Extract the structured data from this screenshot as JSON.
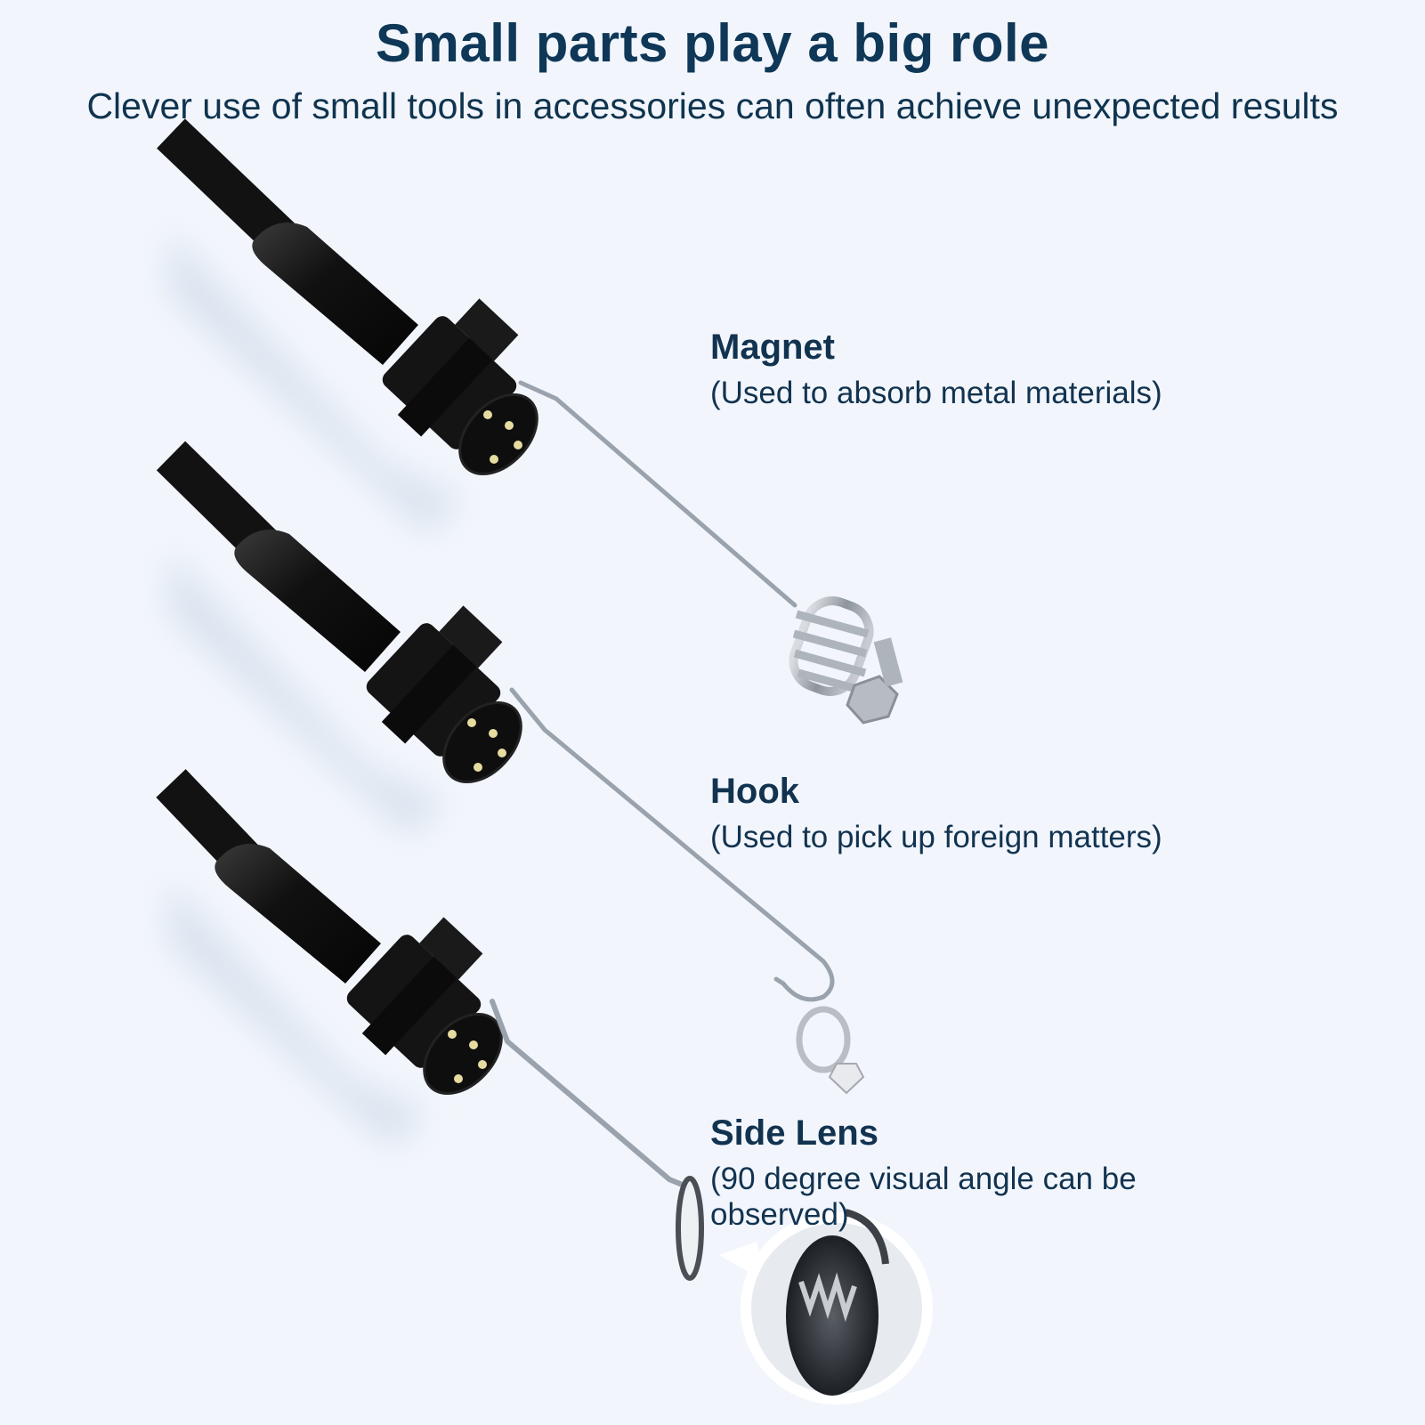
{
  "header": {
    "title": "Small parts play a big role",
    "subtitle": "Clever use of small tools in accessories can often achieve unexpected results"
  },
  "accessories": [
    {
      "name": "Magnet",
      "description": "(Used to absorb metal materials)",
      "icon": "magnet-coil-icon"
    },
    {
      "name": "Hook",
      "description": "(Used to pick up foreign matters)",
      "icon": "hook-with-ring-icon"
    },
    {
      "name": "Side Lens",
      "description": "(90 degree visual angle can be observed)",
      "icon": "side-mirror-icon"
    }
  ],
  "colors": {
    "background": "#f2f6fc",
    "heading": "#0f3757",
    "cable": "#121212",
    "wire": "#9aa2ad"
  }
}
